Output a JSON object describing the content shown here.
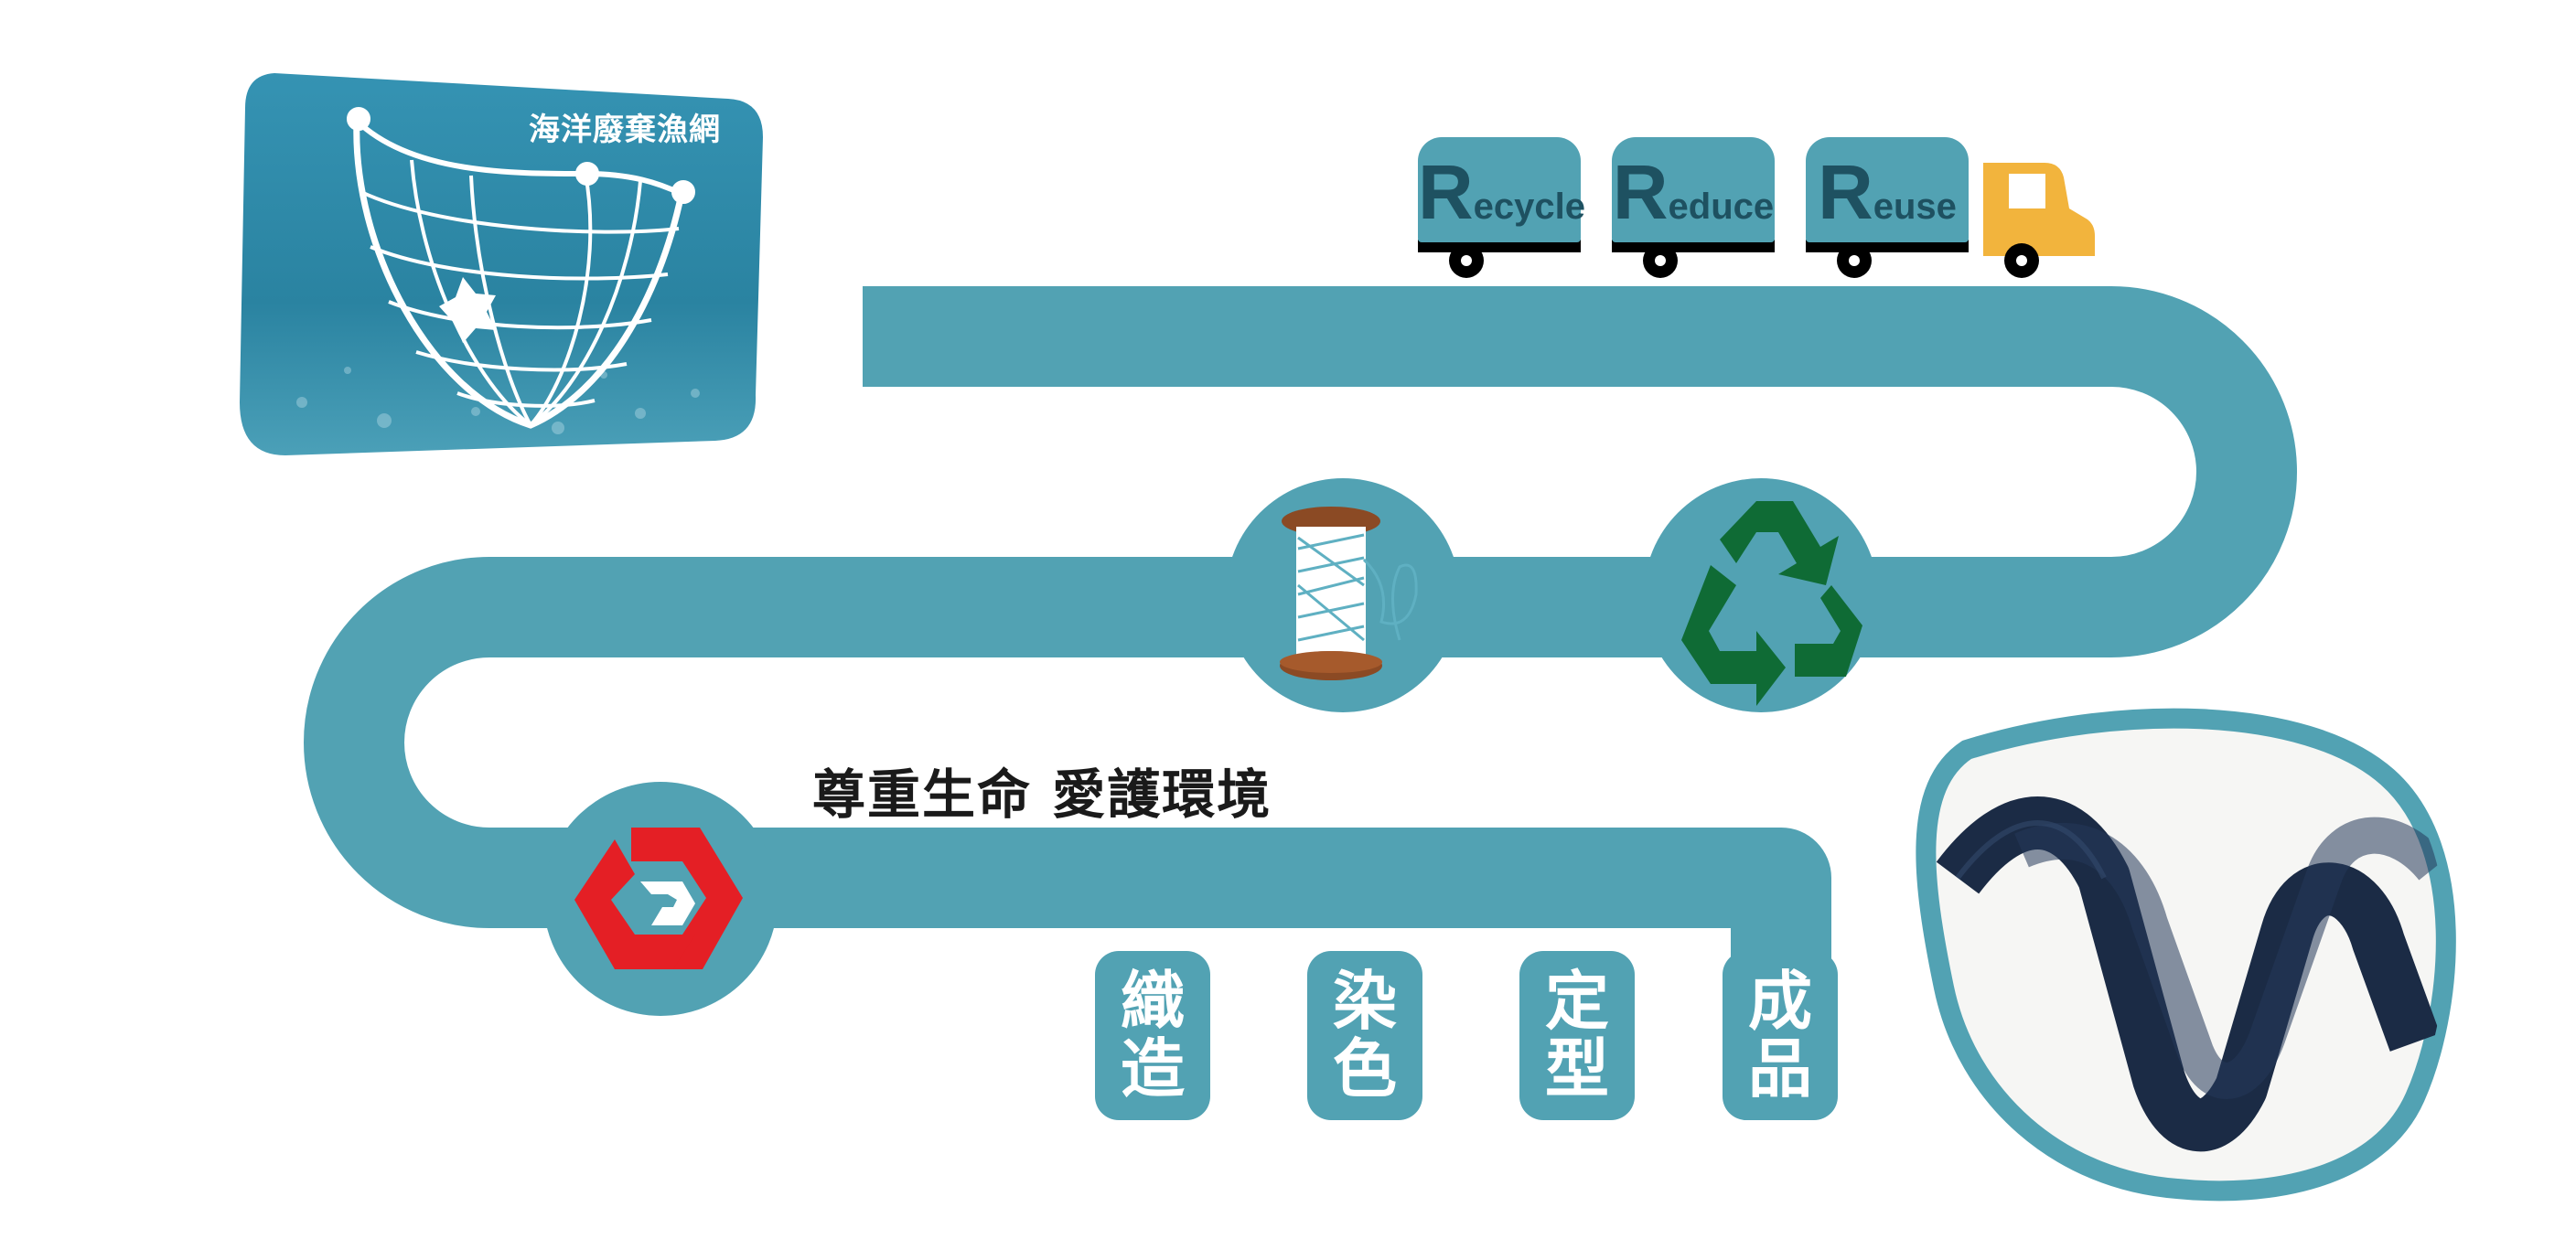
{
  "net_card": {
    "label": "海洋廢棄漁網"
  },
  "truck": {
    "cargo": [
      {
        "initial": "R",
        "rest": "ecycle"
      },
      {
        "initial": "R",
        "rest": "educe"
      },
      {
        "initial": "R",
        "rest": "euse"
      }
    ]
  },
  "slogan": "尊重生命 愛護環境",
  "steps": [
    {
      "label": "織造"
    },
    {
      "label": "染色"
    },
    {
      "label": "定型"
    },
    {
      "label": "成品"
    }
  ],
  "colors": {
    "path": "#52a2b3",
    "ocean": "#2c7f9c",
    "recycle_green": "#0f6b35",
    "logo_red": "#e41f25",
    "truck_cab": "#f2b43d",
    "wheel": "#000000",
    "spool_wood": "#8b4a24",
    "strap": "#1b2b45"
  },
  "icons": {
    "net": "fishing-net-icon",
    "spool": "thread-spool-icon",
    "recycle": "recycle-icon",
    "brand": "brand-logo-icon",
    "truck": "truck-icon"
  }
}
